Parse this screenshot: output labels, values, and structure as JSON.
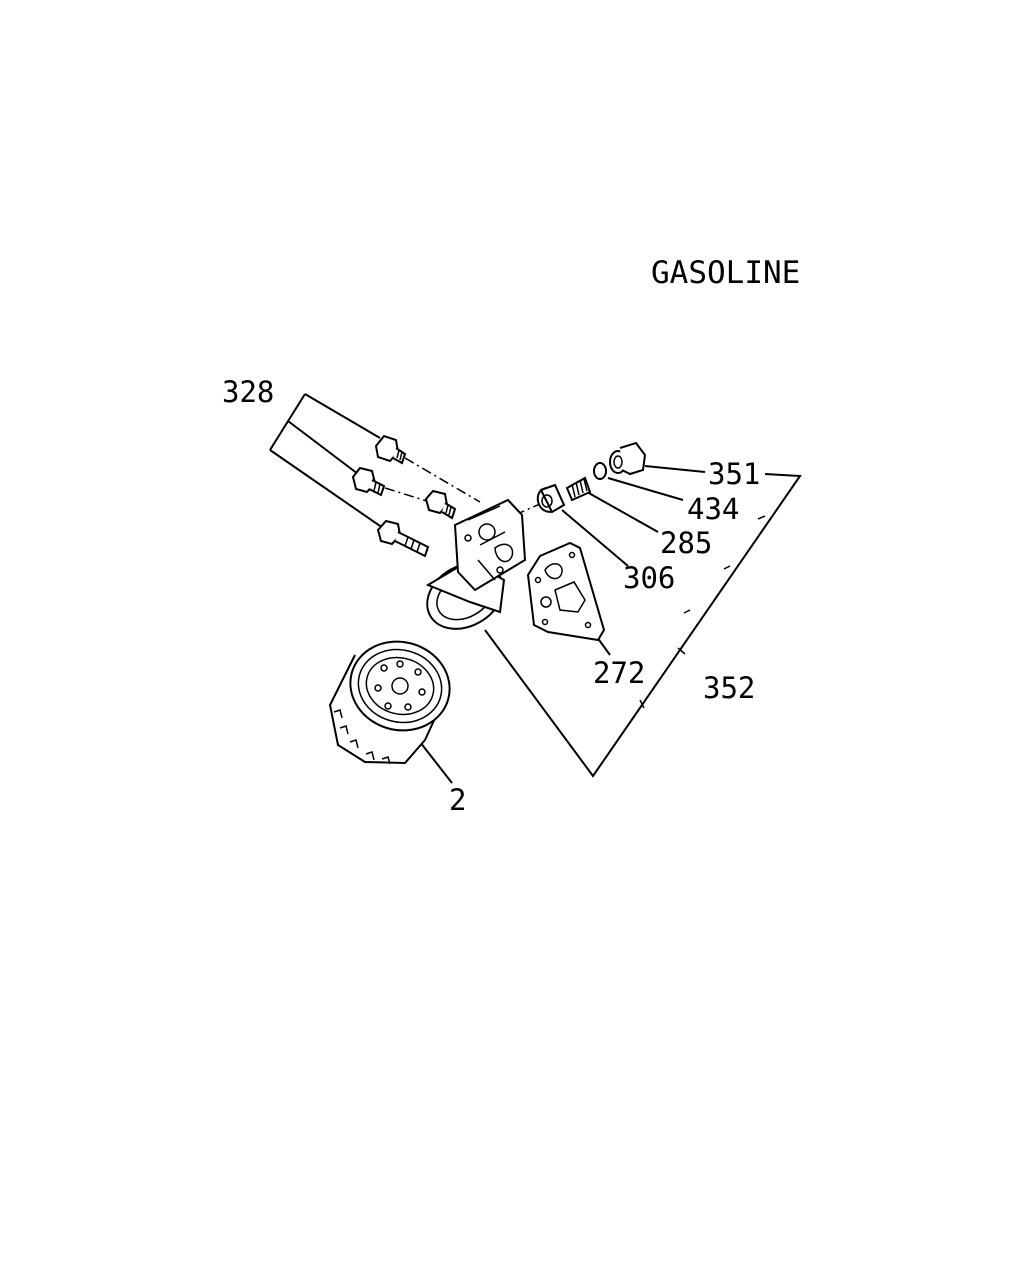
{
  "title": "GASOLINE",
  "callouts": {
    "c328": "328",
    "c351": "351",
    "c434": "434",
    "c285": "285",
    "c306": "306",
    "c272": "272",
    "c352": "352",
    "c2": "2"
  }
}
